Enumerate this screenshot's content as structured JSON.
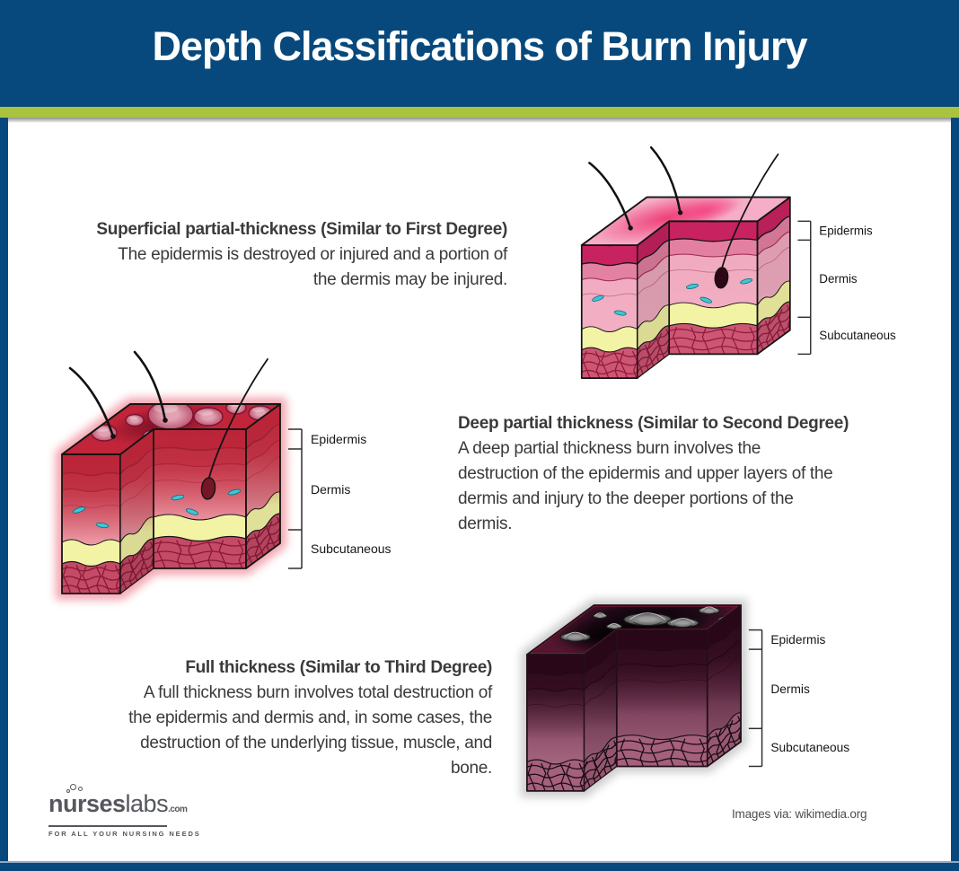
{
  "header": {
    "title": "Depth Classifications of Burn Injury"
  },
  "theme": {
    "header_bg": "#07497c",
    "accent_bar": "#a9c33e",
    "frame": "#07497c",
    "text_color": "#3a3a3a"
  },
  "sections": [
    {
      "heading": "Superficial partial-thickness (Similar to First Degree)",
      "body_lines": [
        "The epidermis is destroyed or injured and a portion of",
        "the dermis may be injured."
      ],
      "align": "right"
    },
    {
      "heading": "Deep partial thickness (Similar to Second Degree)",
      "body_lines": [
        "A deep partial thickness burn involves the",
        "destruction of the epidermis and upper layers of the",
        "dermis and injury to the deeper portions of the",
        "dermis."
      ],
      "align": "left"
    },
    {
      "heading": "Full thickness (Similar to Third Degree)",
      "body_lines": [
        "A full thickness burn involves total destruction of",
        "the epidermis and dermis and, in some cases, the",
        "destruction of the underlying tissue, muscle, and",
        "bone."
      ],
      "align": "right"
    }
  ],
  "diagrams": [
    {
      "name": "superficial-partial-thickness-skin-block",
      "labels": [
        "Epidermis",
        "Dermis",
        "Subcutaneous"
      ],
      "features": {
        "hairs": true,
        "follicle": true,
        "vessels": true,
        "blisters": "none",
        "top_style": "gradient-burn"
      },
      "colors": {
        "top": "#f6aec8",
        "top_burn": "#ee3a74",
        "epidermis": "#c92260",
        "dermis_mid": "#e27d9f",
        "layer_line": "#a33158",
        "dermis_top": "#f0a9bf",
        "dermis_bottom": "#f3b1c5",
        "fat": "#f3f3a5",
        "subcut": "#cd5673",
        "mesh": "#8e1b3f",
        "vessel": "#3fc6d6",
        "follicle": "#2e0716",
        "outline": "#141414",
        "face_burn": null,
        "glow": null,
        "rim": null
      }
    },
    {
      "name": "deep-partial-thickness-skin-block",
      "labels": [
        "Epidermis",
        "Dermis",
        "Subcutaneous"
      ],
      "features": {
        "hairs": true,
        "follicle": true,
        "vessels": true,
        "blisters": "domes",
        "top_style": "red-burn"
      },
      "colors": {
        "top": "#c2243a",
        "top_burn": "#6e0d1d",
        "epidermis": "#c03042",
        "dermis_mid": "#cd5564",
        "layer_line": "#8f2036",
        "dermis_top": "#d96672",
        "dermis_bottom": "#f2abb8",
        "fat": "#f3f3a5",
        "subcut": "#c44a66",
        "mesh": "#871a38",
        "vessel": "#3fc6d6",
        "follicle": "#731726",
        "outline": "#141414",
        "face_burn": "#bb2438",
        "glow": "#e8475c",
        "rim": null,
        "blister_edge": "#7c1232"
      }
    },
    {
      "name": "full-thickness-skin-block",
      "labels": [
        "Epidermis",
        "Dermis",
        "Subcutaneous"
      ],
      "features": {
        "hairs": false,
        "follicle": false,
        "vessels": false,
        "blisters": "flat",
        "top_style": "charred"
      },
      "colors": {
        "top": "#54162f",
        "top_burn": "#060208",
        "epidermis": "#360d22",
        "dermis_mid": "#5e2240",
        "layer_line": "#17080f",
        "dermis_top": "#48122e",
        "dermis_bottom": "#b5748e",
        "fat": null,
        "subcut": "#a5607c",
        "mesh": "#1a0c13",
        "vessel": null,
        "follicle": null,
        "outline": "#221018",
        "face_burn": "#270617",
        "glow": "#9a9a9a",
        "rim": "#ad1f49",
        "blister_edge": "#161616"
      }
    }
  ],
  "footer": {
    "brand_main": "nurses",
    "brand_secondary": "labs",
    "brand_tld": ".com",
    "tagline": "FOR ALL YOUR NURSING NEEDS",
    "credit": "Images via: wikimedia.org"
  }
}
